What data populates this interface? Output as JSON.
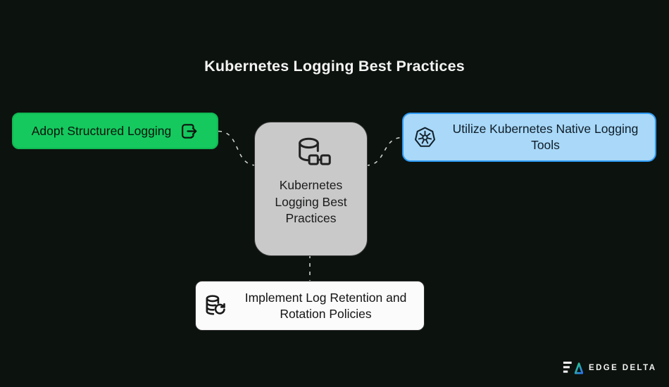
{
  "title": "Kubernetes Logging Best Practices",
  "nodes": {
    "center": {
      "label": "Kubernetes Logging Best Practices",
      "icon": "database-nodes-icon",
      "bg": "#c8c9c8",
      "border": "#3a3a3a"
    },
    "structured": {
      "label": "Adopt Structured Logging",
      "icon": "log-export-icon",
      "bg": "#15c95e",
      "border": "#10b954"
    },
    "native": {
      "label": "Utilize Kubernetes Native Logging Tools",
      "icon": "kubernetes-icon",
      "bg": "#a9d8f8",
      "border": "#2e9af3"
    },
    "retention": {
      "label": "Implement Log Retention and Rotation Policies",
      "icon": "database-rotate-icon",
      "bg": "#fbfbfb",
      "border": "#2d2d2d"
    }
  },
  "edges": [
    {
      "from": "structured",
      "to": "center",
      "style": "dashed"
    },
    {
      "from": "center",
      "to": "native",
      "style": "dashed"
    },
    {
      "from": "center",
      "to": "retention",
      "style": "dashed"
    }
  ],
  "connector_color": "#cdcfcd",
  "background_color": "#0c120e",
  "branding": {
    "logo_text": "EDGE DELTA",
    "logo_gradient": [
      "#2ad57e",
      "#2b6ff0"
    ]
  }
}
